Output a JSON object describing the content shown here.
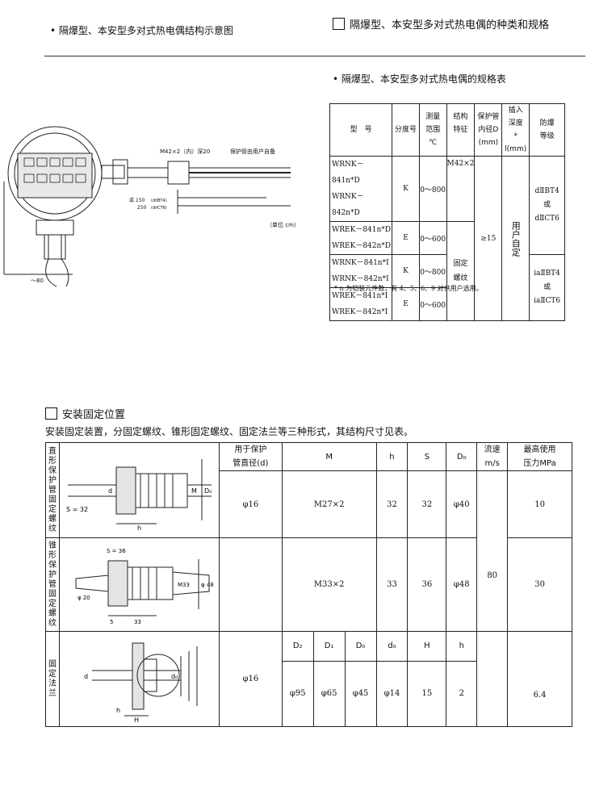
{
  "left_title": "隔爆型、本安型多对式热电偶结构示意图",
  "right_title": "隔爆型、本安型多对式热电偶的种类和规格",
  "spec_title": "隔爆型、本安型多对式热电偶的规格表",
  "diagram": {
    "thread_label": "M42×2（内）深20",
    "tube_label": "保护管由用户自备",
    "len_a": "或 150",
    "len_a_note": "(dIIBT4)",
    "len_b": "250",
    "len_b_note": "(dIICT6)",
    "unit": "（单位 cm）",
    "dim_80": "～80"
  },
  "spec_table": {
    "headers": {
      "model": "型　号",
      "graduation": "分度号",
      "range_l1": "测量",
      "range_l2": "范围",
      "range_l3": "℃",
      "struct_l1": "结构",
      "struct_l2": "特征",
      "pipe_l1": "保护管",
      "pipe_l2": "内径D",
      "pipe_l3": "(mm)",
      "depth_l1": "插入",
      "depth_l2": "深度",
      "depth_l3": "* l(mm)",
      "ex_l1": "防爆",
      "ex_l2": "等级"
    },
    "rows": [
      {
        "m1": "WRNK－841n*D",
        "m2": "WRNK－842n*D",
        "grad": "K",
        "range": "0～800"
      },
      {
        "m1": "WREK－841n*D",
        "m2": "WREK－842n*D",
        "grad": "E",
        "range": "0～600"
      },
      {
        "m1": "WRNK－841n*I",
        "m2": "WRNK－842n*I",
        "grad": "K",
        "range": "0～800"
      },
      {
        "m1": "WREK－841n*I",
        "m2": "WREK－842n*I",
        "grad": "E",
        "range": "0～600"
      }
    ],
    "struct_a": "M42×2",
    "struct_b_l1": "固定",
    "struct_b_l2": "螺纹",
    "pipe_val": "≥15",
    "depth_val": "用户自定",
    "ex_a1": "dⅡBT4",
    "ex_a2": "或",
    "ex_a3": "dⅡCT6",
    "ex_b1": "iaⅡBT4",
    "ex_b2": "或",
    "ex_b3": "iaⅡCT6",
    "footnote": "* n 为铠装元件数，有 4、5、6、9 对供用户选用。"
  },
  "install": {
    "title": "安装固定位置",
    "desc": "安装固定装置，分固定螺纹、锥形固定螺纹、固定法兰等三种形式，其结构尺寸见表。",
    "headers": {
      "pipe_l1": "用于保护",
      "pipe_l2": "管直径(d)",
      "m": "M",
      "h": "h",
      "s": "S",
      "d0": "D₀",
      "flow_l1": "流速",
      "flow_l2": "m/s",
      "press_l1": "最高使用",
      "press_l2": "压力MPa"
    },
    "row1": {
      "label": "直形保护管固定螺纹",
      "pipe": "φ16",
      "m": "M27×2",
      "h": "32",
      "s": "32",
      "d0": "φ40",
      "press": "10"
    },
    "row2": {
      "label": "锥形保护管固定螺纹",
      "m": "M33×2",
      "h": "33",
      "s": "36",
      "d0": "φ48",
      "flow": "80",
      "press": "30"
    },
    "row3": {
      "label": "固定法兰",
      "sub_headers": [
        "D₂",
        "D₁",
        "D₀",
        "d₀",
        "H",
        "h"
      ],
      "pipe": "φ16",
      "values": [
        "φ95",
        "φ65",
        "φ45",
        "φ14",
        "15",
        "2"
      ],
      "press": "6.4"
    },
    "draw1": {
      "s_label": "S = 32",
      "h_label": "h",
      "d_label": "d",
      "m_label": "M",
      "d0_label": "D₀"
    },
    "draw2": {
      "s_label": "S = 36",
      "phi_label": "φ 20",
      "dim_33": "33",
      "dim_5": "5",
      "m_label": "M33",
      "d_label": "φ 48"
    },
    "draw3": {
      "d_label": "d",
      "h_label": "H",
      "h2_label": "h",
      "d0_label": "d₀"
    }
  }
}
